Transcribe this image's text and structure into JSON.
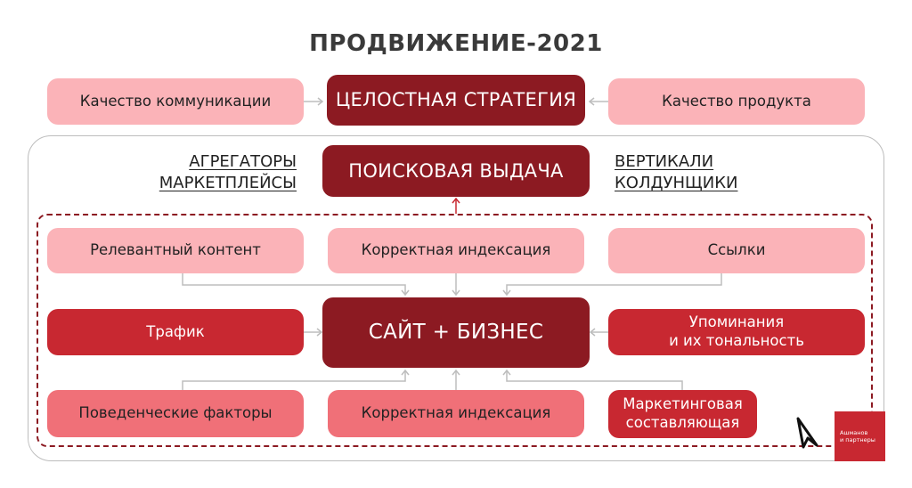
{
  "title": "ПРОДВИЖЕНИЕ-2021",
  "top_row": {
    "left": "Качество коммуникации",
    "center": "ЦЕЛОСТНАЯ СТРАТЕГИЯ",
    "right": "Качество продукта"
  },
  "search_row": {
    "left_labels": [
      "АГРЕГАТОРЫ",
      "МАРКЕТПЛЕЙСЫ"
    ],
    "center": "ПОИСКОВАЯ ВЫДАЧА",
    "right_labels": [
      "ВЕРТИКАЛИ",
      "КОЛДУНЩИКИ"
    ]
  },
  "row1": {
    "left": "Релевантный контент",
    "center": "Корректная индексация",
    "right": "Ссылки"
  },
  "row2": {
    "left": "Трафик",
    "center": "САЙТ + БИЗНЕС",
    "right": "Упоминания\nи их тональность"
  },
  "row3": {
    "left": "Поведенческие факторы",
    "center": "Корректная индексация",
    "right": "Маркетинговая\nсоставляющая"
  },
  "logo": {
    "line1": "Ашманов",
    "line2": "и партнеры"
  },
  "colors": {
    "light_pink": "#fbb3b8",
    "salmon": "#f07078",
    "red": "#c82831",
    "dark_red": "#8c1a22",
    "outline_grey": "#bdbdbd"
  }
}
